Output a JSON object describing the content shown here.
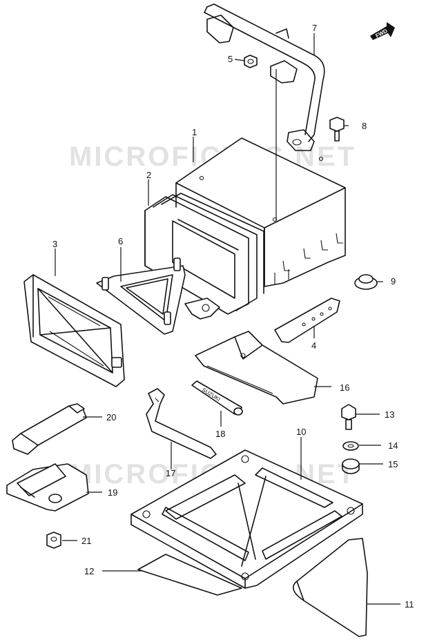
{
  "watermark": {
    "top": "MICROFICHES.NET",
    "bottom": "MICROFICHES.NET"
  },
  "fwd_label": "FWD",
  "brand_stamp": "SUZUKI",
  "callouts": {
    "c1": "1",
    "c2": "2",
    "c3": "3",
    "c4": "4",
    "c5": "5",
    "c6": "6",
    "c7": "7",
    "c8": "8",
    "c9": "9",
    "c10": "10",
    "c11": "11",
    "c12": "12",
    "c13": "13",
    "c14": "14",
    "c15": "15",
    "c16": "16",
    "c17": "17",
    "c18": "18",
    "c19": "19",
    "c20": "20",
    "c21": "21"
  }
}
